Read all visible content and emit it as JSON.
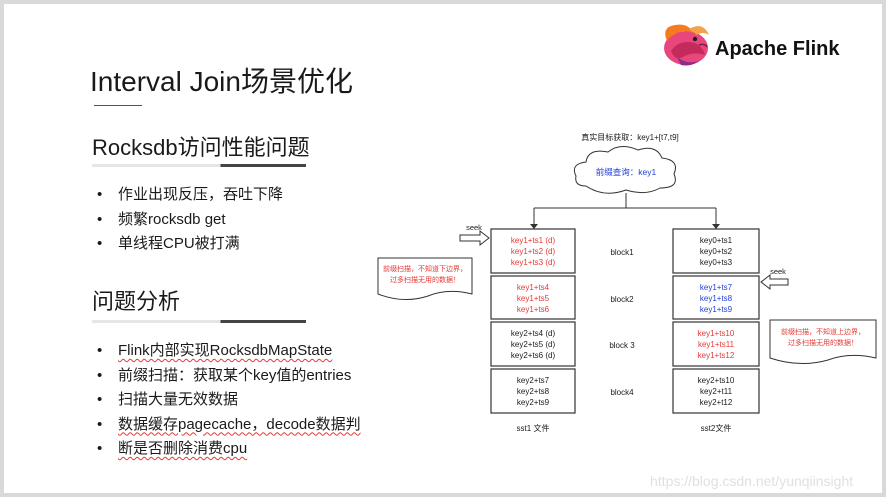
{
  "title": "Interval Join场景优化",
  "brand": {
    "name": "Apache Flink",
    "logo_icon": "flink-squirrel-icon"
  },
  "section_performance": {
    "heading": "Rocksdb访问性能问题",
    "bullets": [
      "作业出现反压，吞吐下降",
      "频繁rocksdb get",
      "单线程CPU被打满"
    ]
  },
  "section_analysis": {
    "heading": "问题分析",
    "bullets": [
      "Flink内部实现RocksdbMapState",
      "前缀扫描：获取某个key值的entries",
      "扫描大量无效数据",
      "数据缓存pagecache，decode数据判",
      "断是否删除消费cpu"
    ]
  },
  "diagram": {
    "target": "真实目标获取：key1+[t7,t9]",
    "cloud_label": "前缀查询：key1",
    "seek_left": "seek",
    "seek_right": "seek",
    "note_left_line1": "前缀扫描，不知道下边界，",
    "note_left_line2": "过多扫描无用的数据！",
    "note_right_line1": "前缀扫描，不知道上边界，",
    "note_right_line2": "过多扫描无用的数据！",
    "block_labels": [
      "block1",
      "block2",
      "block 3",
      "block4"
    ],
    "sst1": {
      "label": "sst1 文件",
      "blocks": [
        [
          "key1+ts1 (d)",
          "key1+ts2 (d)",
          "key1+ts3 (d)"
        ],
        [
          "key1+ts4",
          "key1+ts5",
          "key1+ts6"
        ],
        [
          "key2+ts4 (d)",
          "key2+ts5 (d)",
          "key2+ts6 (d)"
        ],
        [
          "key2+ts7",
          "key2+ts8",
          "key2+ts9"
        ]
      ]
    },
    "sst2": {
      "label": "sst2文件",
      "blocks": [
        [
          "key0+ts1",
          "key0+ts2",
          "key0+ts3"
        ],
        [
          "key1+ts7",
          "key1+ts8",
          "key1+ts9"
        ],
        [
          "key1+ts10",
          "key1+ts11",
          "key1+ts12"
        ],
        [
          "key2+ts10",
          "key2+t11",
          "key2+t12"
        ]
      ]
    },
    "colors": {
      "red": "#e53935",
      "blue": "#1f3fd8",
      "black": "#1a1a1a"
    }
  },
  "watermark": "https://blog.csdn.net/yunqiinsight"
}
